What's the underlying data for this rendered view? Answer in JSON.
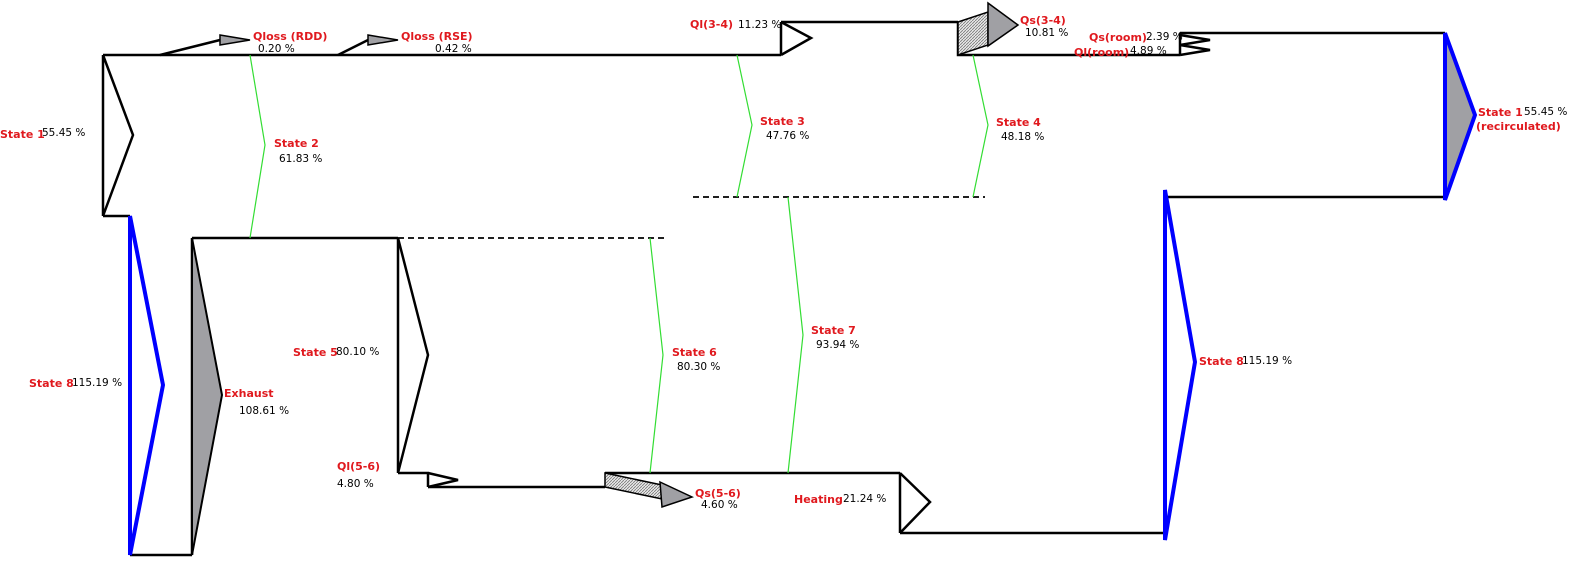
{
  "colors": {
    "flow": "#000000",
    "recirc": "#0000ff",
    "state_link": "#33dd33",
    "loss_fill": "#a0a0a4",
    "label": "#e0191e"
  },
  "nodes": {
    "state1": {
      "label": "State 1",
      "value": "55.45 %"
    },
    "qloss_rdd": {
      "label": "Qloss (RDD)",
      "value": "0.20 %"
    },
    "qloss_rse": {
      "label": "Qloss (RSE)",
      "value": "0.42 %"
    },
    "ql34": {
      "label": "Ql(3-4)",
      "value": "11.23 %"
    },
    "qs34": {
      "label": "Qs(3-4)",
      "value": "10.81 %"
    },
    "qs_room": {
      "label": "Qs(room)",
      "value": "2.39 %"
    },
    "ql_room": {
      "label": "Ql(room)",
      "value": "4.89 %"
    },
    "state1_recirc": {
      "label": "State 1",
      "label2": "(recirculated)",
      "value": "55.45 %"
    },
    "state2": {
      "label": "State 2",
      "value": "61.83 %"
    },
    "state3": {
      "label": "State 3",
      "value": "47.76 %"
    },
    "state4": {
      "label": "State 4",
      "value": "48.18 %"
    },
    "state5": {
      "label": "State 5",
      "value": "80.10 %"
    },
    "state6": {
      "label": "State 6",
      "value": "80.30 %"
    },
    "state7": {
      "label": "State 7",
      "value": "93.94 %"
    },
    "state8_left": {
      "label": "State 8",
      "value": "115.19 %"
    },
    "state8_right": {
      "label": "State 8",
      "value": "115.19 %"
    },
    "exhaust": {
      "label": "Exhaust",
      "value": "108.61 %"
    },
    "ql56": {
      "label": "Ql(5-6)",
      "value": "4.80 %"
    },
    "qs56": {
      "label": "Qs(5-6)",
      "value": "4.60 %"
    },
    "heating": {
      "label": "Heating",
      "value": "21.24 %"
    }
  }
}
